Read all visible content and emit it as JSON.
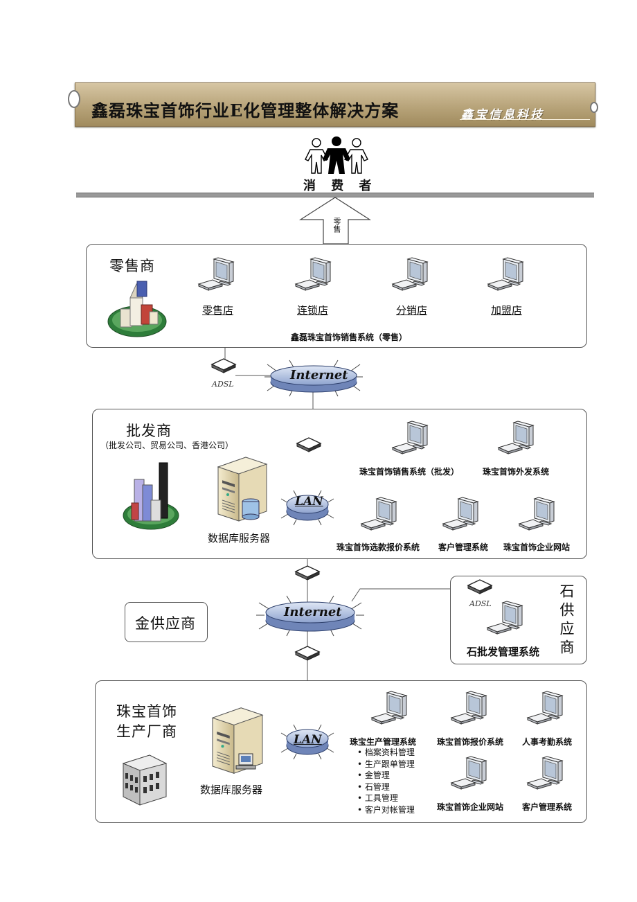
{
  "banner": {
    "title": "鑫磊珠宝首饰行业E化管理整体解决方案",
    "brand": "鑫宝信息科技"
  },
  "consumer": {
    "label": "消 费 者"
  },
  "arrow": {
    "label": "零售"
  },
  "retail": {
    "title": "零售商",
    "shops": [
      "零售店",
      "连锁店",
      "分销店",
      "加盟店"
    ],
    "system": "鑫磊珠宝首饰销售系统（零售）"
  },
  "internet1": {
    "label": "Internet",
    "adsl": "ADSL"
  },
  "wholesale": {
    "title": "批发商",
    "subtitle": "（批发公司、贸易公司、香港公司）",
    "server": "数据库服务器",
    "lan": "LAN",
    "systems": [
      "珠宝首饰销售系统（批发）",
      "珠宝首饰外发系统",
      "珠宝首饰选款报价系统",
      "客户管理系统",
      "珠宝首饰企业网站"
    ]
  },
  "gold_supplier": {
    "title": "金供应商"
  },
  "internet2": {
    "label": "Internet"
  },
  "stone_supplier": {
    "title": "石供应商",
    "adsl": "ADSL",
    "system": "石批发管理系统"
  },
  "manufacturer": {
    "title_line1": "珠宝首饰",
    "title_line2": "生产厂商",
    "server": "数据库服务器",
    "lan": "LAN",
    "main_system": "珠宝生产管理系统",
    "modules": [
      "档案资料管理",
      "生产跟单管理",
      "金管理",
      "石管理",
      "工具管理",
      "客户对帐管理"
    ],
    "systems": [
      "珠宝首饰报价系统",
      "人事考勤系统",
      "珠宝首饰企业网站",
      "客户管理系统"
    ]
  },
  "colors": {
    "banner": "#b8a47a",
    "network_disc": "#9fb2d8",
    "frame": "#555555"
  }
}
